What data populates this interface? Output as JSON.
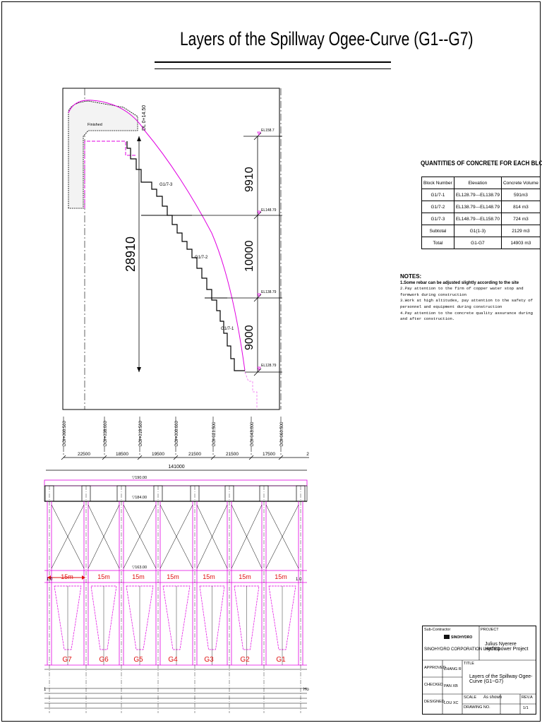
{
  "title": "Layers of the Spillway Ogee-Curve (G1--G7)",
  "section": {
    "dl_label": "DL 0+14.50",
    "finished_label": "Finished",
    "elevations": [
      "EL158.7",
      "EL148.79",
      "EL138.79",
      "EL128.79"
    ],
    "dims": {
      "total": "28910",
      "top": "9910",
      "mid": "10000",
      "bot": "9000"
    },
    "blocks": [
      "G1/7-3",
      "G1/7-2",
      "G1/7-1"
    ]
  },
  "plan": {
    "stations": [
      "DOI+060.500",
      "DOI+038.000",
      "DOI+019.500",
      "DOI+000.000",
      "DOI-021.500",
      "DOI-043.000",
      "DOI-060.500"
    ],
    "spans": [
      "22500",
      "18500",
      "19500",
      "21500",
      "21500",
      "17500",
      "2"
    ],
    "total_width": "141000",
    "levels": [
      "▽190.00",
      "▽184.00",
      "▽163.00"
    ],
    "segment_label": "15m",
    "blocks": [
      "G7",
      "G6",
      "G5",
      "G4",
      "G3",
      "G2",
      "G1"
    ],
    "edge_labels": [
      "1",
      "Ho"
    ],
    "side_numbers": [
      "1.0",
      "1.0"
    ]
  },
  "quantities": {
    "title": "QUANTITIES OF CONCRETE FOR EACH BLOCK",
    "headers": [
      "Block Number",
      "Elevation",
      "Concrete Volume"
    ],
    "rows": [
      [
        "G1/7-1",
        "EL128.79---EL138.79",
        "591m3"
      ],
      [
        "G1/7-2",
        "EL138.79---EL148.79",
        "814 m3"
      ],
      [
        "G1/7-3",
        "EL148.79---EL158.70",
        "724 m3"
      ],
      [
        "Subtotal",
        "G1(1-3)",
        "2129 m3"
      ],
      [
        "Total",
        "G1-G7",
        "14903 m3"
      ]
    ]
  },
  "notes": {
    "heading": "NOTES:",
    "n1": "1.Some rebar can be adjusted slightly according to the site",
    "n2": "2.Pay attention to the firm of copper water stop and formwork during construction",
    "n3": "3.Work at high altitudes, pay attention to the safety of personnel and equipment during construction",
    "n4": "4.Pay attention to the concrete quality assurance during and after construction."
  },
  "titleblock": {
    "subcontractor": "Sub-Contractor",
    "company": "SINOHYDRO CORPORATION LIMITED",
    "logo_text": "SINOHYDRO",
    "project_label": "PROJECT",
    "project": "Julius Nyerere Hydropower Project",
    "title_label": "TITLE",
    "drawing_title": "Layers of the Spillway Ogee-Curve (G1~G7)",
    "approved": "APPROVED",
    "approved_name": "ZHANG R",
    "checked": "CHECKED",
    "checked_name": "PAN XB",
    "designed": "DESIGNED",
    "designed_name": "LOU XC",
    "scale_label": "SCALE",
    "scale": "As shown",
    "rev_label": "REV.",
    "rev": "A",
    "drawing_no_label": "DRAWING NO.",
    "sheet": "1/1"
  },
  "colors": {
    "accent": "#e100e1",
    "pink": "#f06cf0",
    "red": "#e01010"
  }
}
